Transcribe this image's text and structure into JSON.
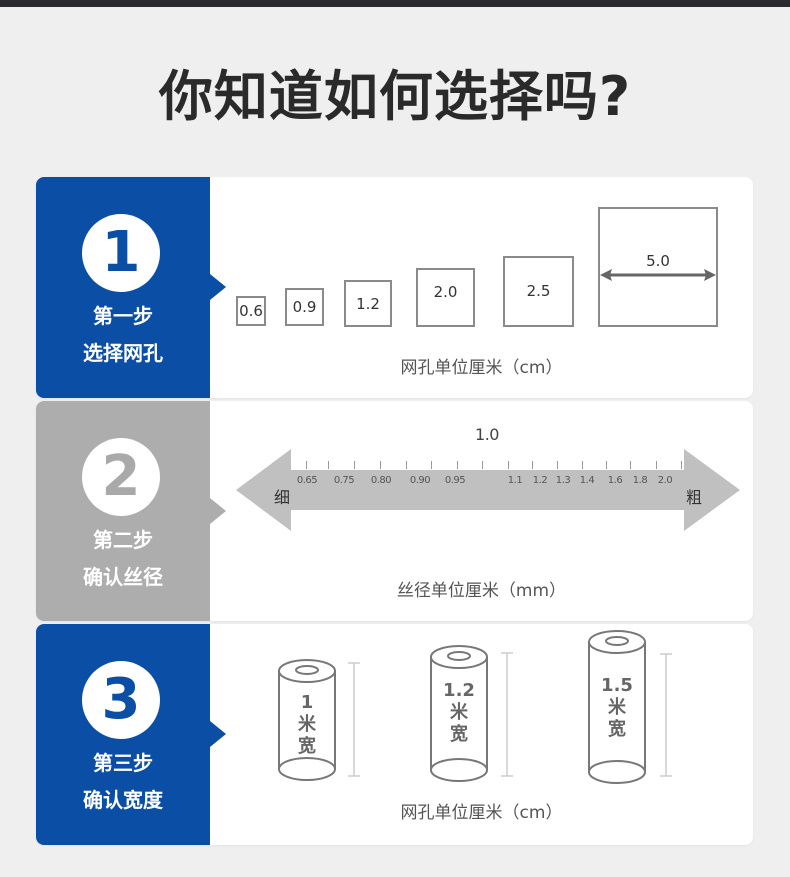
{
  "header": {
    "title": "你知道如何选择吗?"
  },
  "steps": [
    {
      "number": "1",
      "step_label": "第一步",
      "step_title": "选择网孔",
      "theme_color": "#0b4ea6",
      "mesh_sizes": [
        "0.6",
        "0.9",
        "1.2",
        "2.0",
        "2.5",
        "5.0"
      ],
      "caption": "网孔单位厘米（cm）"
    },
    {
      "number": "2",
      "step_label": "第二步",
      "step_title": "确认丝径",
      "theme_color": "#adadad",
      "ruler": {
        "left_label": "细",
        "right_label": "粗",
        "ticks": [
          "0.65",
          "0.75",
          "0.80",
          "0.90",
          "0.95",
          "1.0",
          "1.1",
          "1.2",
          "1.3",
          "1.4",
          "1.6",
          "1.8",
          "2.0"
        ]
      },
      "caption": "丝径单位厘米（mm）"
    },
    {
      "number": "3",
      "step_label": "第三步",
      "step_title": "确认宽度",
      "theme_color": "#0b4ea6",
      "rolls": [
        {
          "width": "1",
          "unit_line1": "米",
          "unit_line2": "宽"
        },
        {
          "width": "1.2",
          "unit_line1": "米",
          "unit_line2": "宽"
        },
        {
          "width": "1.5",
          "unit_line1": "米",
          "unit_line2": "宽"
        }
      ],
      "caption": "网孔单位厘米（cm）"
    }
  ]
}
